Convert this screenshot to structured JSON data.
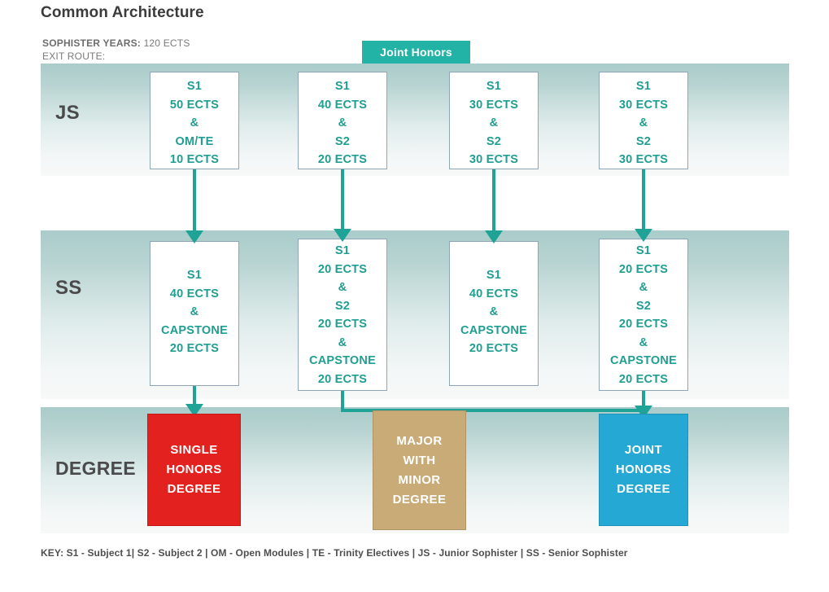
{
  "header": {
    "title": "Common Architecture",
    "sophister_label": "SOPHISTER YEARS:",
    "sophister_value": "120 ECTS",
    "exit_route_label": "EXIT ROUTE:"
  },
  "tab": {
    "label": "Joint Honors"
  },
  "rows": [
    {
      "id": "js",
      "label": "JS"
    },
    {
      "id": "ss",
      "label": "SS"
    },
    {
      "id": "degree",
      "label": "DEGREE"
    }
  ],
  "js_boxes": [
    {
      "lines": [
        "S1",
        "50 ECTS",
        "&",
        "OM/TE",
        "10 ECTS"
      ]
    },
    {
      "lines": [
        "S1",
        "40 ECTS",
        "&",
        "S2",
        "20 ECTS"
      ]
    },
    {
      "lines": [
        "S1",
        "30 ECTS",
        "&",
        "S2",
        "30 ECTS"
      ]
    },
    {
      "lines": [
        "S1",
        "30 ECTS",
        "&",
        "S2",
        "30 ECTS"
      ]
    }
  ],
  "ss_boxes": [
    {
      "lines": [
        "S1",
        "40 ECTS",
        "&",
        "CAPSTONE",
        "20 ECTS"
      ]
    },
    {
      "lines": [
        "S1",
        "20 ECTS",
        "&",
        "S2",
        "20 ECTS",
        "&",
        "CAPSTONE",
        "20 ECTS"
      ]
    },
    {
      "lines": [
        "S1",
        "40 ECTS",
        "&",
        "CAPSTONE",
        "20 ECTS"
      ]
    },
    {
      "lines": [
        "S1",
        "20 ECTS",
        "&",
        "S2",
        "20 ECTS",
        "&",
        "CAPSTONE",
        "20 ECTS"
      ]
    }
  ],
  "degree_boxes": [
    {
      "lines": [
        "SINGLE",
        "HONORS",
        "DEGREE"
      ],
      "color": "#e3211e"
    },
    {
      "lines": [
        "MAJOR",
        "WITH",
        "MINOR",
        "DEGREE"
      ],
      "color": "#c9ab78"
    },
    {
      "lines": [
        "JOINT",
        "HONORS",
        "DEGREE"
      ],
      "color": "#25a8d4"
    }
  ],
  "key": {
    "text": "KEY: S1 - Subject 1| S2 - Subject 2 | OM - Open Modules | TE - Trinity Electives | JS - Junior Sophister | SS - Senior Sophister"
  },
  "colors": {
    "accent_teal": "#22b3a6",
    "arrow_teal": "#1ea396",
    "box_text": "#1f9e91",
    "band_top": "#a9ccca",
    "single_honors": "#e3211e",
    "major_minor": "#c9ab78",
    "joint_honors": "#25a8d4"
  }
}
